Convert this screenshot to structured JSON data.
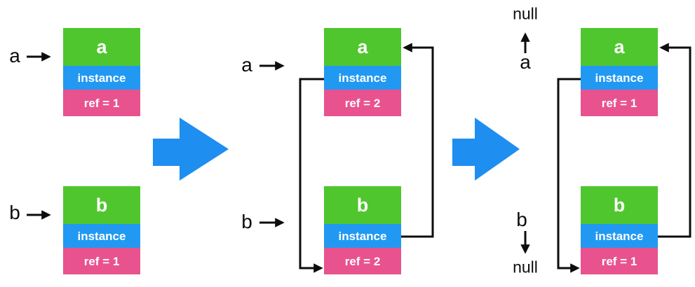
{
  "colors": {
    "green": "#4fc62e",
    "blue": "#2199f2",
    "pink": "#e8538f",
    "arrow_blue": "#1e8ef0",
    "line": "#0d0d0d"
  },
  "panel1": {
    "label_a": "a",
    "label_b": "b",
    "box_a": {
      "title": "a",
      "instance": "instance",
      "ref": "ref = 1"
    },
    "box_b": {
      "title": "b",
      "instance": "instance",
      "ref": "ref = 1"
    }
  },
  "panel2": {
    "label_a": "a",
    "label_b": "b",
    "box_a": {
      "title": "a",
      "instance": "instance",
      "ref": "ref = 2"
    },
    "box_b": {
      "title": "b",
      "instance": "instance",
      "ref": "ref = 2"
    }
  },
  "panel3": {
    "label_a": "a",
    "label_b": "b",
    "null_top": "null",
    "null_bottom": "null",
    "box_a": {
      "title": "a",
      "instance": "instance",
      "ref": "ref = 1"
    },
    "box_b": {
      "title": "b",
      "instance": "instance",
      "ref": "ref = 1"
    }
  }
}
